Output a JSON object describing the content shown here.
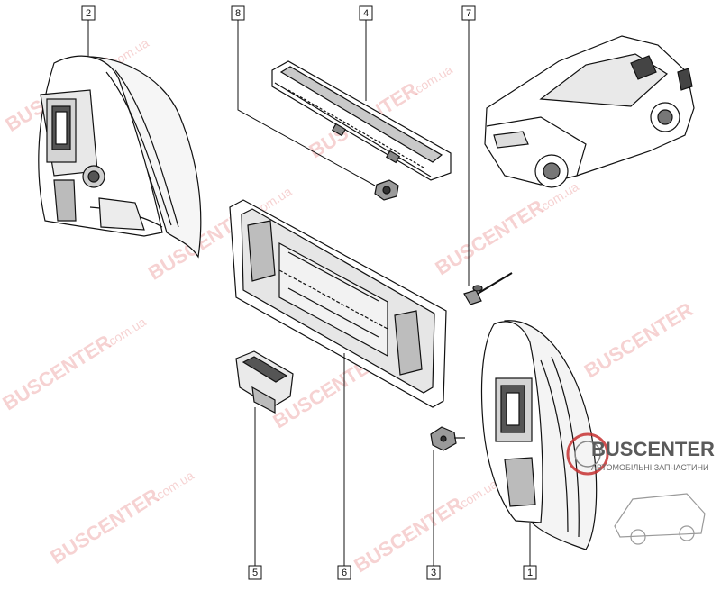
{
  "callouts": [
    {
      "number": "1"
    },
    {
      "number": "2"
    },
    {
      "number": "3"
    },
    {
      "number": "4"
    },
    {
      "number": "5"
    },
    {
      "number": "6"
    },
    {
      "number": "7"
    },
    {
      "number": "8"
    }
  ],
  "watermark": {
    "brand": "BUSCENTER",
    "domain": ".com.ua"
  },
  "logo": {
    "name": "BUSCENTER",
    "tagline": "АВТОМОБІЛЬНІ ЗАПЧАСТИНИ"
  },
  "colors": {
    "line": "#111111",
    "watermark": "#e06060",
    "logo_text": "#5a5a5a"
  }
}
